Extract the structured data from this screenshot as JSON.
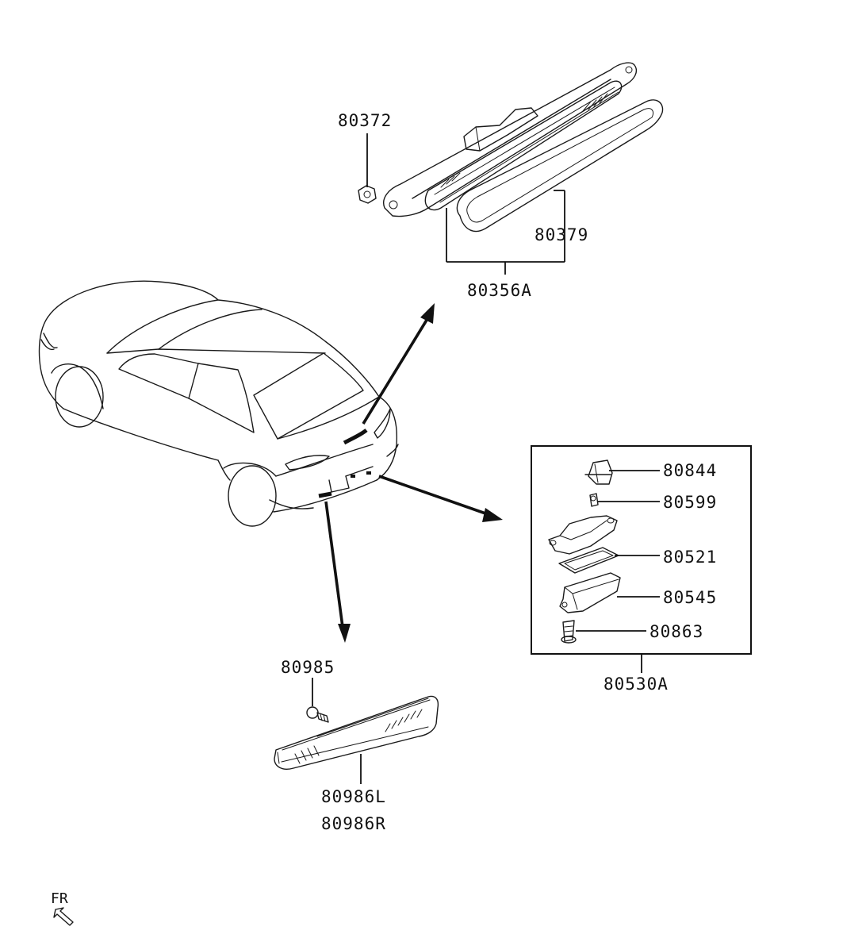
{
  "labels": {
    "p80372": "80372",
    "p80379": "80379",
    "p80356A": "80356A",
    "p80844": "80844",
    "p80599": "80599",
    "p80521": "80521",
    "p80545": "80545",
    "p80863": "80863",
    "p80530A": "80530A",
    "p80985": "80985",
    "p80986L": "80986L",
    "p80986R": "80986R"
  },
  "orientation": {
    "text": "FR",
    "icon": "front-direction-arrow-icon"
  },
  "colors": {
    "line": "#1a1a1a",
    "background": "#ffffff"
  }
}
